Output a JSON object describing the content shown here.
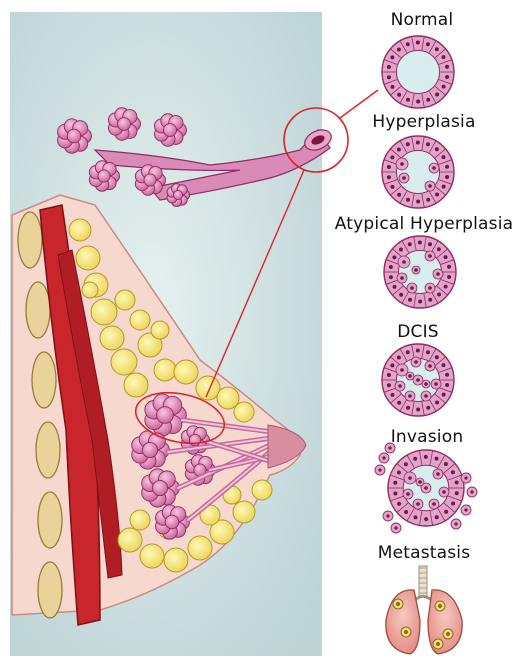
{
  "stages": [
    {
      "label": "Normal",
      "icon": "normal-duct-icon"
    },
    {
      "label": "Hyperplasia",
      "icon": "hyperplasia-duct-icon"
    },
    {
      "label": "Atypical Hyperplasia",
      "icon": "atypical-hyperplasia-duct-icon"
    },
    {
      "label": "DCIS",
      "icon": "dcis-duct-icon"
    },
    {
      "label": "Invasion",
      "icon": "invasion-duct-icon"
    },
    {
      "label": "Metastasis",
      "icon": "lungs-icon"
    }
  ],
  "colors": {
    "background_panel": "#cfe0e2",
    "muscle": "#c8262c",
    "fat": "#f3e58a",
    "lobule": "#e58fbd",
    "duct": "#d98ab6",
    "cell_ring": "#e2a5c9",
    "highlight_line": "#d9252a",
    "lung": "#f0a7a0"
  }
}
